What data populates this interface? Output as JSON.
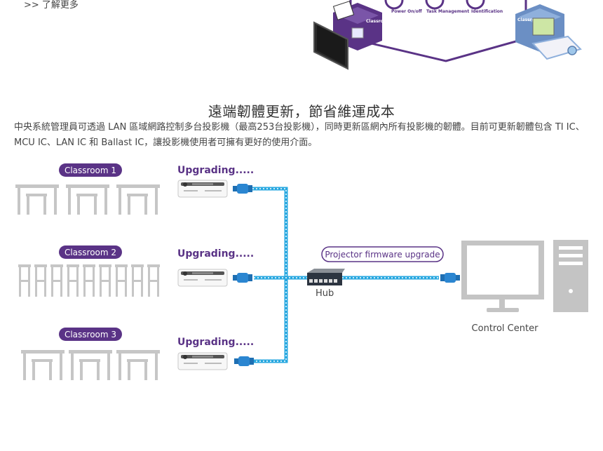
{
  "top": {
    "learn_more": ">> 了解更多",
    "top_labels": [
      "Power On/off",
      "Task Management",
      "Identification"
    ],
    "room_b": "Classroom B",
    "room_d": "Classroom D"
  },
  "section": {
    "title": "遠端韌體更新，節省維運成本",
    "description": "中央系統管理員可透過 LAN 區域網路控制多台投影機（最高253台投影機），同時更新區網內所有投影機的韌體。目前可更新韌體包含 TI IC、MCU IC、LAN IC 和 Ballast IC，讓投影機使用者可擁有更好的使用介面。"
  },
  "diagram": {
    "classrooms": [
      {
        "label": "Classroom 1",
        "status": "Upgrading....."
      },
      {
        "label": "Classroom 2",
        "status": "Upgrading....."
      },
      {
        "label": "Classroom 3",
        "status": "Upgrading....."
      }
    ],
    "hub_label": "Hub",
    "firmware_label": "Projector firmware upgrade",
    "control_center_label": "Control Center"
  },
  "colors": {
    "purple": "#5a3386",
    "cable": "#29a8e0",
    "furniture": "#c6c6c6",
    "computer": "#c4c4c4"
  }
}
